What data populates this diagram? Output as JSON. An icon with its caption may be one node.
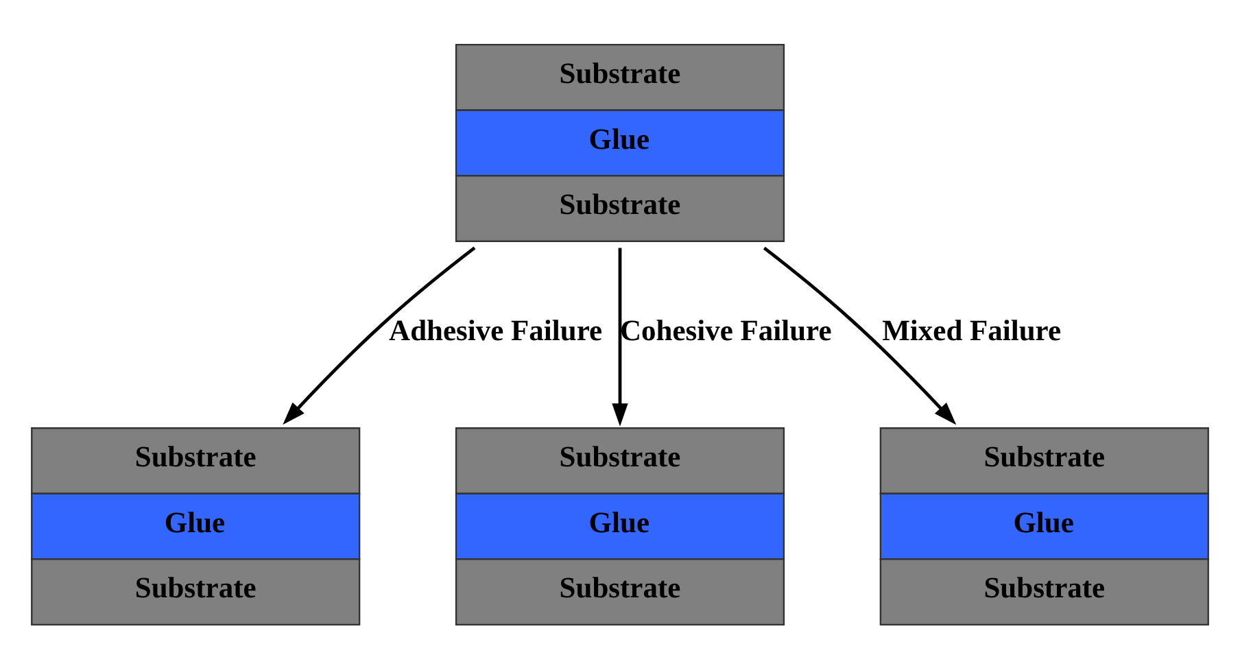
{
  "diagram": {
    "nodes": [
      {
        "text": [
          "Substrate",
          "Glue",
          "Substrate"
        ]
      },
      {
        "text": [
          "Substrate",
          "Glue",
          "Substrate"
        ]
      },
      {
        "text": [
          "Substrate",
          "Glue",
          "Substrate"
        ]
      },
      {
        "text": [
          "Substrate",
          "Glue",
          "Substrate"
        ]
      }
    ],
    "edges": [
      {
        "from": 0,
        "to": 1,
        "arrow": "to",
        "label": "Adhesive Failure"
      },
      {
        "from": 0,
        "to": 2,
        "arrow": "to",
        "label": "Cohesive Failure"
      },
      {
        "from": 0,
        "to": 3,
        "arrow": "to",
        "label": "Mixed Failure"
      }
    ]
  }
}
